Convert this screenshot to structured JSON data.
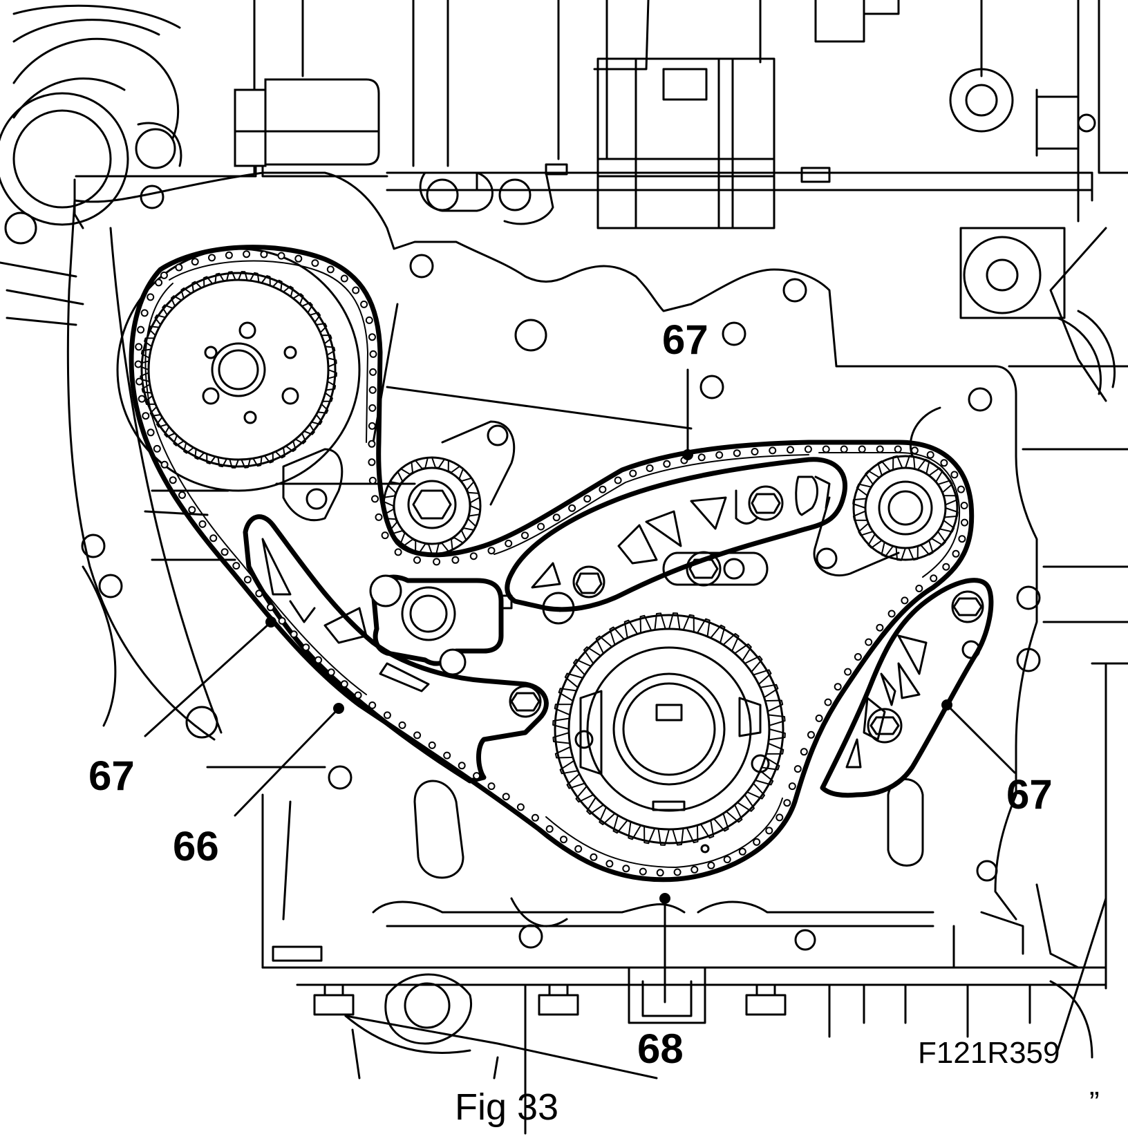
{
  "figure": {
    "caption": "Fig 33",
    "drawing_code": "F121R359",
    "mark": "„"
  },
  "callouts": [
    {
      "id": "chain-guide-top",
      "label": "67"
    },
    {
      "id": "chain-guide-left",
      "label": "67"
    },
    {
      "id": "chain-guide-right",
      "label": "67"
    },
    {
      "id": "chain-tensioner",
      "label": "66"
    },
    {
      "id": "timing-chain",
      "label": "68"
    }
  ]
}
